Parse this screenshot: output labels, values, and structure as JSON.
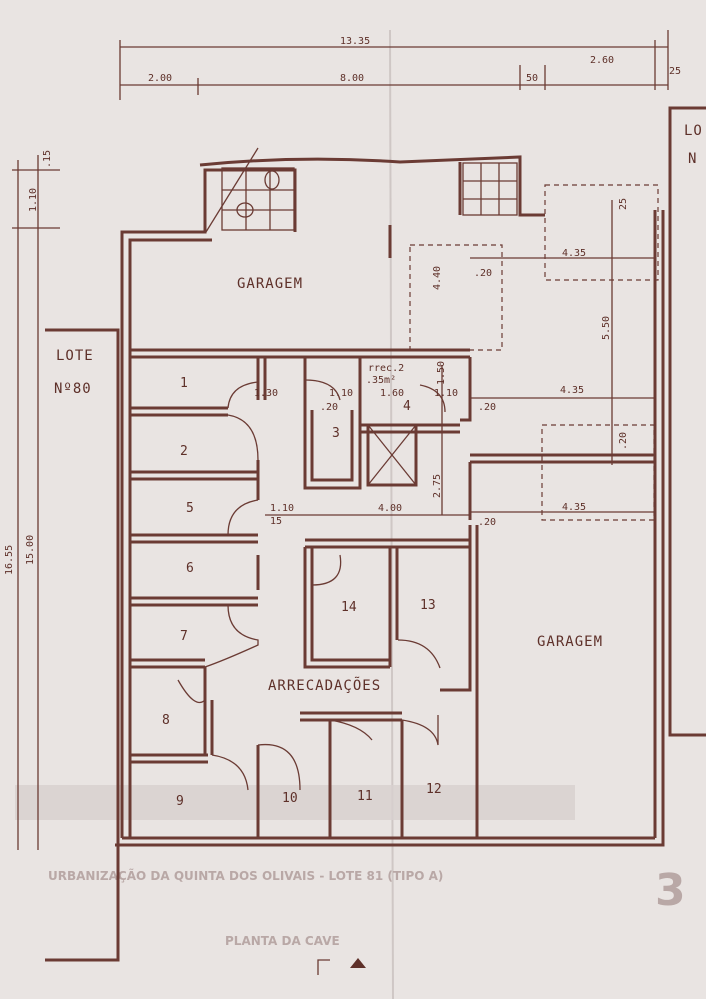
{
  "rooms": {
    "garagem_top": "GARAGEM",
    "garagem_right": "GARAGEM",
    "arrecadacoes": "ARRECADAÇÕES",
    "storage": [
      "1",
      "2",
      "5",
      "6",
      "7",
      "8",
      "9",
      "10",
      "11",
      "12",
      "13",
      "14",
      "3",
      "4"
    ],
    "area_note_1": "rrec.2",
    "area_note_2": ".35m²"
  },
  "lots": {
    "left_title": "LOTE",
    "left_number": "Nº80",
    "right_title": "LO",
    "right_number": "N"
  },
  "dimensions": {
    "total_width": "13.35",
    "d_2_00": "2.00",
    "d_8_00": "8.00",
    "d_50": "50",
    "d_2_60": "2.60",
    "d_25_top": "25",
    "d_15_left": ".15",
    "d_1_10_left": "1.10",
    "d_16_55": "16.55",
    "d_15_00": "15.00",
    "d_4_40": "4.40",
    "d_20_a": ".20",
    "d_4_35_a": "4.35",
    "d_25_r": "25",
    "d_5_50": "5.50",
    "d_1_30": "1.30",
    "d_1_10_a": "1.10",
    "d_20_b": ".20",
    "d_1_60": "1.60",
    "d_1_50": "1.50",
    "d_1_10_b": "1.10",
    "d_20_c": ".20",
    "d_4_35_b": "4.35",
    "d_20_d": ".20",
    "d_2_75": "2.75",
    "d_1_10_c": "1.10",
    "d_15_mid": "15",
    "d_4_00": "4.00",
    "d_20_e": ".20",
    "d_4_35_c": "4.35"
  },
  "title_block": {
    "line1": "URBANIZAÇÃO DA QUINTA DOS OLIVAIS - LOTE 81 (TIPO A)",
    "line2": "PLANTA DA CAVE",
    "sheet": "3"
  },
  "colors": {
    "ink": "#6b3b34",
    "paper": "#e9e4e2"
  }
}
